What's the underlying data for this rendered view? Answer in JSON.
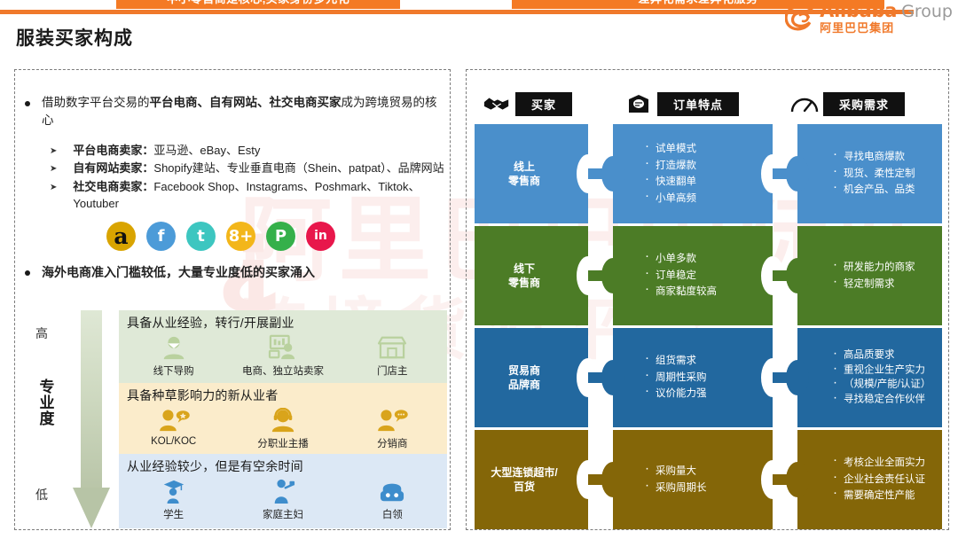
{
  "brand": {
    "logo_name": "Alibaba",
    "logo_group": "Group",
    "logo_cn": "阿里巴巴集团",
    "accent_orange": "#F47A24",
    "watermark_line1": "阿里巴巴国际站",
    "watermark_line2": "跨境货源平台"
  },
  "page_title": "服装买家构成",
  "left": {
    "header": "中小零售商是核心,买家身份多元化",
    "main_bullet": {
      "prefix": "借助数字平台交易的",
      "bold": "平台电商、自有网站、社交电商买家",
      "suffix": "成为跨境贸易的核心"
    },
    "sub_items": [
      {
        "label": "平台电商卖家：",
        "value": "亚马逊、eBay、Esty"
      },
      {
        "label": "自有网站卖家：",
        "value": "Shopify建站、专业垂直电商（Shein、patpat）、品牌网站"
      },
      {
        "label": "社交电商卖家：",
        "value": "Facebook Shop、Instagrams、Poshmark、Tiktok、Youtuber"
      }
    ],
    "social_icons": [
      {
        "name": "amazon-icon",
        "glyph": "a",
        "color": "#D9A400"
      },
      {
        "name": "facebook-icon",
        "glyph": "f",
        "color": "#4C9BD8"
      },
      {
        "name": "twitter-icon",
        "glyph": "t",
        "color": "#3DC6C0"
      },
      {
        "name": "google-plus-icon",
        "glyph": "8+",
        "color": "#F3B61A"
      },
      {
        "name": "pinterest-icon",
        "glyph": "P",
        "color": "#35B04A"
      },
      {
        "name": "linkedin-icon",
        "glyph": "in",
        "color": "#E8174B"
      }
    ],
    "second_bullet": "海外电商准入门槛较低，大量专业度低的买家涌入",
    "axis": {
      "high": "高",
      "low": "低",
      "middle": "专业度"
    },
    "tiers": [
      {
        "title": "具备从业经验，转行/开展副业",
        "color": "#dfe9d7",
        "items": [
          {
            "label": "线下导购",
            "icon": "person-shopper-icon"
          },
          {
            "label": "电商、独立站卖家",
            "icon": "person-computer-icon"
          },
          {
            "label": "门店主",
            "icon": "storefront-icon"
          }
        ]
      },
      {
        "title": "具备种草影响力的新从业者",
        "color": "#fbeccb",
        "items": [
          {
            "label": "KOL/KOC",
            "icon": "person-speech-icon"
          },
          {
            "label": "分职业主播",
            "icon": "person-headset-icon"
          },
          {
            "label": "分销商",
            "icon": "person-chat-icon"
          }
        ]
      },
      {
        "title": "从业经验较少，但是有空余时间",
        "color": "#dce8f5",
        "items": [
          {
            "label": "学生",
            "icon": "student-icon"
          },
          {
            "label": "家庭主妇",
            "icon": "housewife-icon"
          },
          {
            "label": "白领",
            "icon": "office-worker-icon"
          }
        ]
      }
    ]
  },
  "right": {
    "header": "差异化需求差异化服务",
    "columns": [
      {
        "label": "买家",
        "icon": "handshake-icon"
      },
      {
        "label": "订单特点",
        "icon": "mail-icon"
      },
      {
        "label": "采购需求",
        "icon": "gauge-icon"
      }
    ],
    "rows": [
      {
        "buyer": "线上\n零售商",
        "color": "#4A8FCB",
        "order_traits": [
          "试单模式",
          "打造爆款",
          "快速翻单",
          "小单高频"
        ],
        "demands": [
          "寻找电商爆款",
          "现货、柔性定制",
          "机会产品、品类"
        ]
      },
      {
        "buyer": "线下\n零售商",
        "color": "#4C7C26",
        "order_traits": [
          "小单多款",
          "订单稳定",
          "商家黏度较高"
        ],
        "demands": [
          "研发能力的商家",
          "轻定制需求"
        ]
      },
      {
        "buyer": "贸易商\n品牌商",
        "color": "#22689F",
        "order_traits": [
          "组货需求",
          "周期性采购",
          "议价能力强"
        ],
        "demands": [
          "高品质要求",
          "重视企业生产实力",
          "（规模/产能/认证）",
          "寻找稳定合作伙伴"
        ]
      },
      {
        "buyer": "大型连锁超市/\n百货",
        "color": "#846608",
        "order_traits": [
          "采购量大",
          "采购周期长"
        ],
        "demands": [
          "考核企业全面实力",
          "企业社会责任认证",
          "需要确定性产能"
        ]
      }
    ]
  }
}
